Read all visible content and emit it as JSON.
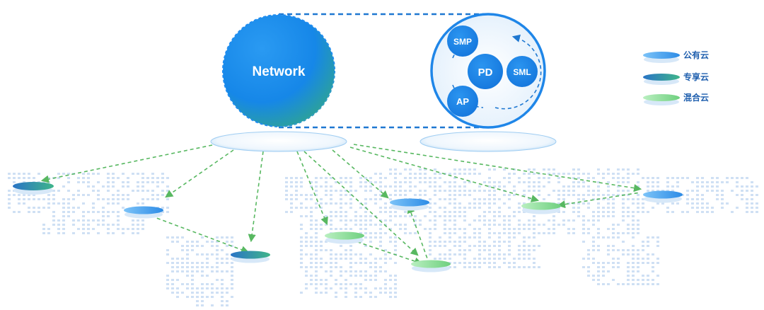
{
  "network": {
    "label": "Network"
  },
  "cluster": {
    "center": "PD",
    "satellites": [
      "SMP",
      "SML",
      "AP"
    ]
  },
  "legend": {
    "items": [
      {
        "key": "public",
        "label": "公有云",
        "color": "#3a93e8"
      },
      {
        "key": "private",
        "label": "专享云",
        "color": "#2a9c8c"
      },
      {
        "key": "hybrid",
        "label": "混合云",
        "color": "#7ed68a"
      }
    ]
  },
  "colors": {
    "blue": "#1686ea",
    "blue_light": "#5fb4f5",
    "map_dot": "#cfe0f4",
    "link": "#58b861",
    "dashed_frame": "#1f78d1"
  }
}
